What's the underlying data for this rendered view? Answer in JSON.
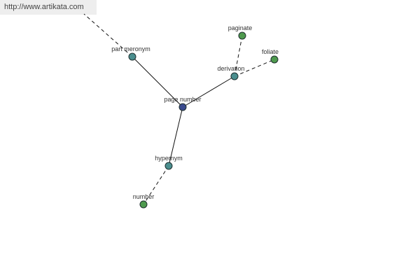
{
  "source_url": "http://www.artikata.com",
  "colors": {
    "center_node": "#3a4a8e",
    "relation_node": "#4a8e8e",
    "word_node": "#4e9a4e",
    "node_stroke": "#1f2f2f",
    "edge": "#111111",
    "background": "#ffffff"
  },
  "graph": {
    "center": {
      "id": "page-number",
      "label": "page number",
      "kind": "center"
    },
    "relations": [
      {
        "id": "part-meronym",
        "label": "part meronym",
        "kind": "relation"
      },
      {
        "id": "derivation",
        "label": "derivation",
        "kind": "relation"
      },
      {
        "id": "hypernym",
        "label": "hypernym",
        "kind": "relation"
      }
    ],
    "words": [
      {
        "id": "paginate",
        "label": "paginate",
        "kind": "word",
        "relation": "derivation"
      },
      {
        "id": "foliate",
        "label": "foliate",
        "kind": "word",
        "relation": "derivation"
      },
      {
        "id": "number",
        "label": "number",
        "kind": "word",
        "relation": "hypernym"
      }
    ],
    "edges": [
      {
        "from": "page-number",
        "to": "part-meronym",
        "style": "solid"
      },
      {
        "from": "page-number",
        "to": "derivation",
        "style": "solid"
      },
      {
        "from": "page-number",
        "to": "hypernym",
        "style": "solid"
      },
      {
        "from": "derivation",
        "to": "paginate",
        "style": "dashed"
      },
      {
        "from": "derivation",
        "to": "foliate",
        "style": "dashed"
      },
      {
        "from": "hypernym",
        "to": "number",
        "style": "dashed"
      },
      {
        "from": "part-meronym",
        "to": "offscreen",
        "style": "dashed"
      }
    ]
  }
}
